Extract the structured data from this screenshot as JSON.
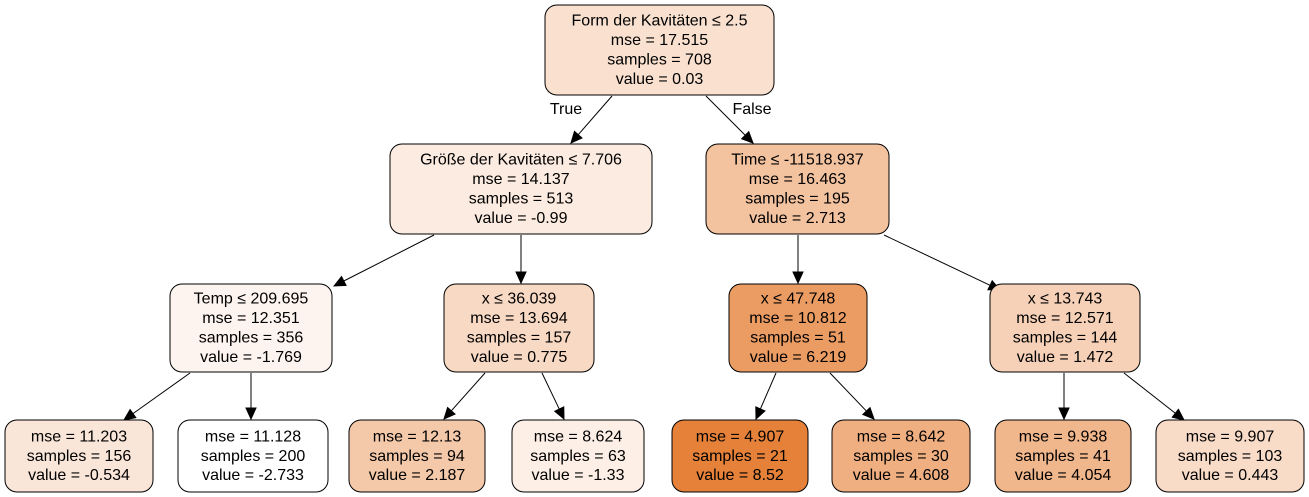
{
  "nodes": [
    {
      "id": "n0",
      "lines": [
        "Form der Kavitäten ≤ 2.5",
        "mse = 17.515",
        "samples = 708",
        "value = 0.03"
      ],
      "fill": "#f9e0cf"
    },
    {
      "id": "n1",
      "lines": [
        "Größe der Kavitäten ≤ 7.706",
        "mse = 14.137",
        "samples = 513",
        "value = -0.99"
      ],
      "fill": "#fcebe0"
    },
    {
      "id": "n2",
      "lines": [
        "Time ≤ -11518.937",
        "mse = 16.463",
        "samples = 195",
        "value = 2.713"
      ],
      "fill": "#f3c29f"
    },
    {
      "id": "n3",
      "lines": [
        "Temp ≤ 209.695",
        "mse = 12.351",
        "samples = 356",
        "value = -1.769"
      ],
      "fill": "#fdf4ef"
    },
    {
      "id": "n4",
      "lines": [
        "x ≤ 36.039",
        "mse = 13.694",
        "samples = 157",
        "value = 0.775"
      ],
      "fill": "#f8d9c3"
    },
    {
      "id": "n5",
      "lines": [
        "x ≤ 47.748",
        "mse = 10.812",
        "samples = 51",
        "value = 6.219"
      ],
      "fill": "#eb9c63"
    },
    {
      "id": "n6",
      "lines": [
        "x ≤ 13.743",
        "mse = 12.571",
        "samples = 144",
        "value = 1.472"
      ],
      "fill": "#f6d1b7"
    },
    {
      "id": "n7",
      "lines": [
        "mse = 11.203",
        "samples = 156",
        "value = -0.534"
      ],
      "fill": "#fae6d8"
    },
    {
      "id": "n8",
      "lines": [
        "mse = 11.128",
        "samples = 200",
        "value = -2.733"
      ],
      "fill": "#ffffff"
    },
    {
      "id": "n9",
      "lines": [
        "mse = 12.13",
        "samples = 94",
        "value = 2.187"
      ],
      "fill": "#f4c9aa"
    },
    {
      "id": "n10",
      "lines": [
        "mse = 8.624",
        "samples = 63",
        "value = -1.33"
      ],
      "fill": "#fdefe6"
    },
    {
      "id": "n11",
      "lines": [
        "mse = 4.907",
        "samples = 21",
        "value = 8.52"
      ],
      "fill": "#e58139"
    },
    {
      "id": "n12",
      "lines": [
        "mse = 8.642",
        "samples = 30",
        "value = 4.608"
      ],
      "fill": "#efaf81"
    },
    {
      "id": "n13",
      "lines": [
        "mse = 9.938",
        "samples = 41",
        "value = 4.054"
      ],
      "fill": "#f0b68c"
    },
    {
      "id": "n14",
      "lines": [
        "mse = 9.907",
        "samples = 103",
        "value = 0.443"
      ],
      "fill": "#f9dcc8"
    }
  ],
  "edges": [
    {
      "from": "n0",
      "to": "n1",
      "label": "True"
    },
    {
      "from": "n0",
      "to": "n2",
      "label": "False"
    },
    {
      "from": "n1",
      "to": "n3",
      "label": ""
    },
    {
      "from": "n1",
      "to": "n4",
      "label": ""
    },
    {
      "from": "n2",
      "to": "n5",
      "label": ""
    },
    {
      "from": "n2",
      "to": "n6",
      "label": ""
    },
    {
      "from": "n3",
      "to": "n7",
      "label": ""
    },
    {
      "from": "n3",
      "to": "n8",
      "label": ""
    },
    {
      "from": "n4",
      "to": "n9",
      "label": ""
    },
    {
      "from": "n4",
      "to": "n10",
      "label": ""
    },
    {
      "from": "n5",
      "to": "n11",
      "label": ""
    },
    {
      "from": "n5",
      "to": "n12",
      "label": ""
    },
    {
      "from": "n6",
      "to": "n13",
      "label": ""
    },
    {
      "from": "n6",
      "to": "n14",
      "label": ""
    }
  ]
}
